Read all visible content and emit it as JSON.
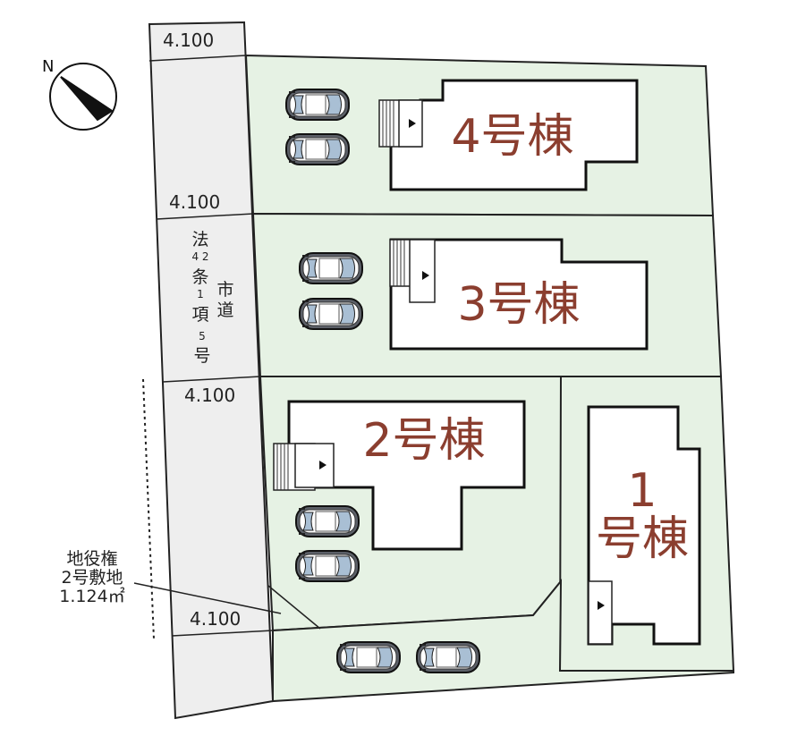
{
  "north_label": "N",
  "road": {
    "widths": [
      "4.100",
      "4.100",
      "4.100",
      "4.100"
    ],
    "name_chars": {
      "col1": [
        "法",
        "4 2",
        "条",
        "1",
        "項",
        "5",
        "号"
      ],
      "col2": [
        "市",
        "道"
      ]
    }
  },
  "buildings": {
    "b4": "4号棟",
    "b3": "3号棟",
    "b2": "2号棟",
    "b1_top": "1",
    "b1_bottom": "号棟"
  },
  "easement_note": [
    "地役権",
    "2号敷地",
    "1.124㎡"
  ],
  "colors": {
    "lot_fill": "#e6f2e4",
    "road_fill": "#eeeeee",
    "building_label": "#8b3e2f"
  },
  "icons": {
    "car": "car-icon",
    "north": "compass-north-icon",
    "entrance": "entrance-arrow-icon"
  }
}
